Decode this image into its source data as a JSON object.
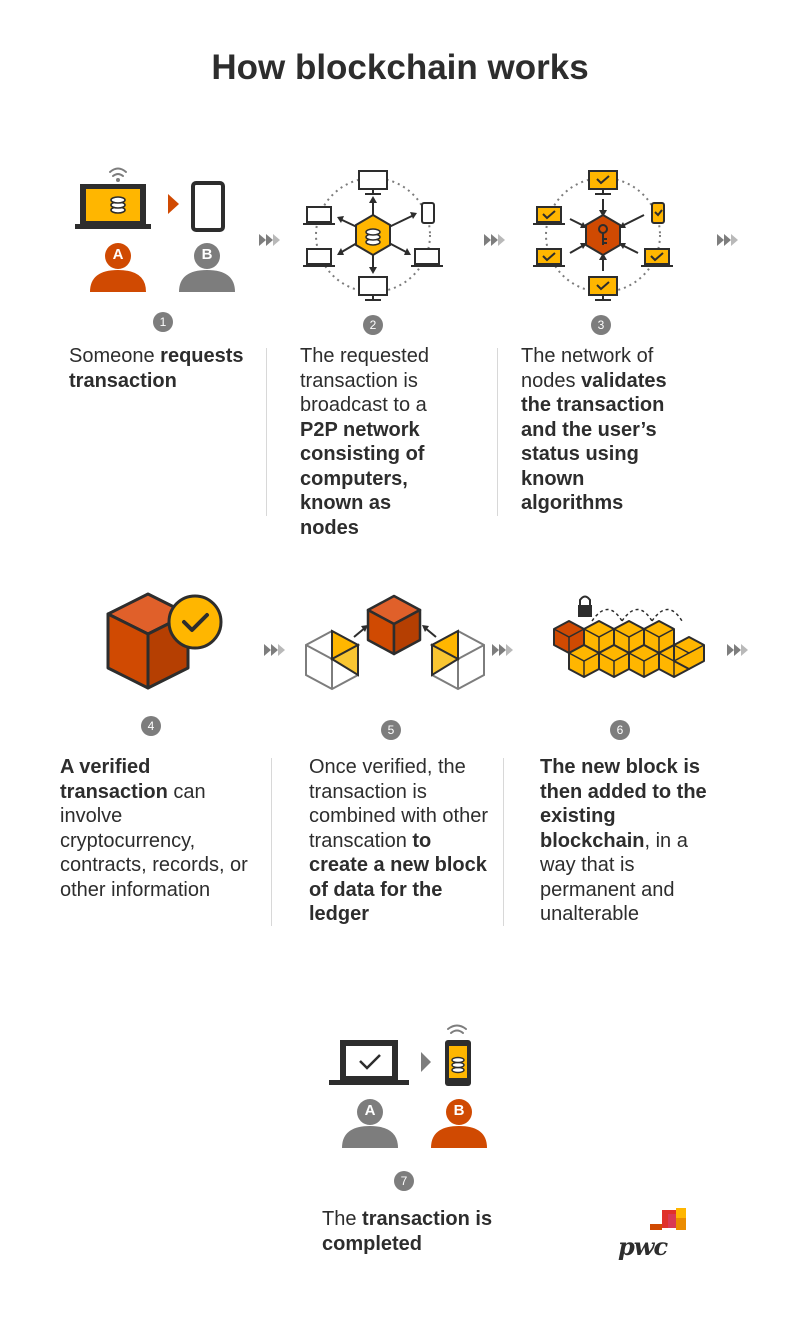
{
  "title": "How blockchain works",
  "colors": {
    "orange": "#d04a02",
    "yellow": "#ffb600",
    "gray": "#7d7d7d",
    "dark": "#2d2d2d"
  },
  "user_labels": {
    "a": "A",
    "b": "B"
  },
  "steps": [
    {
      "number": "1",
      "parts": [
        {
          "text": "Someone "
        },
        {
          "text": "requests transaction",
          "bold": true
        }
      ]
    },
    {
      "number": "2",
      "parts": [
        {
          "text": "The requested transaction is broadcast to a "
        },
        {
          "text": "P2P network consisting of computers, known as nodes",
          "bold": true
        }
      ]
    },
    {
      "number": "3",
      "parts": [
        {
          "text": "The network of nodes "
        },
        {
          "text": "validates the transaction and the user’s status using known algorithms",
          "bold": true
        }
      ]
    },
    {
      "number": "4",
      "parts": [
        {
          "text": "A verified transaction",
          "bold": true
        },
        {
          "text": " can involve cryptocurrency, contracts, records, or other information"
        }
      ]
    },
    {
      "number": "5",
      "parts": [
        {
          "text": "Once verified, the transaction is combined with other transcation "
        },
        {
          "text": "to create a new block of data for the ledger",
          "bold": true
        }
      ]
    },
    {
      "number": "6",
      "parts": [
        {
          "text": "The new block is then added to the existing blockchain",
          "bold": true
        },
        {
          "text": ", in a way that is permanent and unalterable"
        }
      ]
    },
    {
      "number": "7",
      "parts": [
        {
          "text": "The "
        },
        {
          "text": "transaction is completed",
          "bold": true
        }
      ]
    }
  ],
  "logo": "pwc"
}
